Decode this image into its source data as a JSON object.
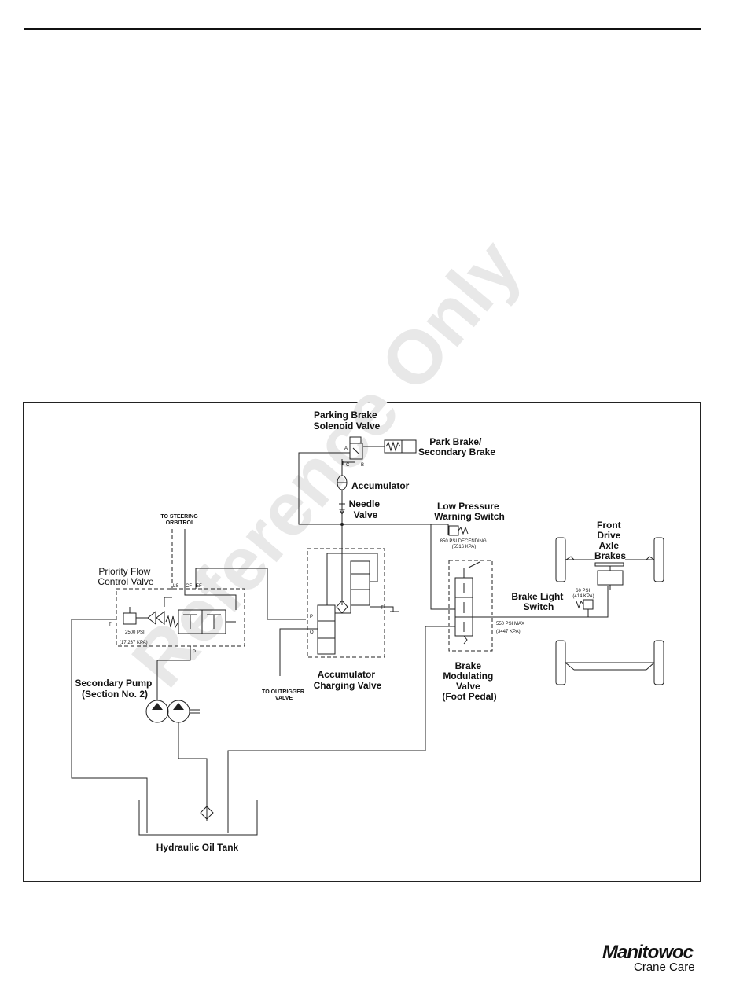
{
  "watermark": "Reference Only",
  "diagram": {
    "labels": {
      "parking_brake_solenoid_valve": [
        "Parking Brake",
        "Solenoid Valve"
      ],
      "park_brake_secondary_brake": [
        "Park Brake/",
        "Secondary Brake"
      ],
      "accumulator": "Accumulator",
      "needle_valve": [
        "Needle",
        "Valve"
      ],
      "low_pressure_warning_switch": [
        "Low Pressure",
        "Warning Switch"
      ],
      "low_pressure_setting": [
        "850 PSI DECENDING",
        "(5516 KPA)"
      ],
      "to_steering_orbitrol": [
        "TO STEERING",
        "ORBITROL"
      ],
      "priority_flow_control_valve": [
        "Priority Flow",
        "Control Valve"
      ],
      "priority_relief_setting": [
        "2500 PSI",
        "(17 237 KPA)"
      ],
      "secondary_pump": [
        "Secondary Pump",
        "(Section No. 2)"
      ],
      "to_outrigger_valve": [
        "TO OUTRIGGER",
        "VALVE"
      ],
      "accumulator_charging_valve": [
        "Accumulator",
        "Charging Valve"
      ],
      "brake_modulating_valve": [
        "Brake",
        "Modulating",
        "Valve",
        "(Foot Pedal)"
      ],
      "brake_modulating_max": [
        "550 PSI MAX",
        "(3447 KPA)"
      ],
      "brake_light_switch": [
        "Brake Light",
        "Switch"
      ],
      "brake_light_setting": [
        "60 PSI",
        "(414 KPA)"
      ],
      "front_drive_axle_brakes": [
        "Front",
        "Drive",
        "Axle",
        "Brakes"
      ],
      "hydraulic_oil_tank": "Hydraulic Oil Tank"
    },
    "ports": {
      "solenoid_a": "A",
      "solenoid_c": "C",
      "solenoid_b": "B",
      "priority_ls": "LS",
      "priority_cf": "CF",
      "priority_ef": "EF",
      "priority_t": "T",
      "priority_p": "P",
      "charging_p": "P",
      "charging_o": "O",
      "charging_t": "T"
    }
  },
  "logo": {
    "brand": "Manitowoc",
    "sub": "Crane Care"
  }
}
